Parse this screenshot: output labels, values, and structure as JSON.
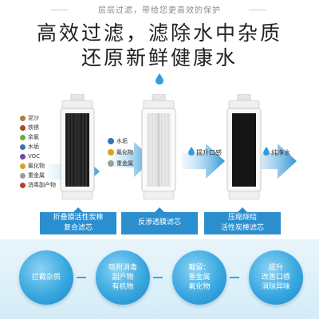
{
  "tagline": "层层过滤，带给您更高效的保护",
  "headline_1": "高效过滤，滤除水中杂质",
  "headline_2": "还原新鲜健康水",
  "contaminants": [
    {
      "label": "泥沙",
      "color": "#b07a3c"
    },
    {
      "label": "铁锈",
      "color": "#a24c1c"
    },
    {
      "label": "余氯",
      "color": "#6aaa3a"
    },
    {
      "label": "水垢",
      "color": "#3b6fb6"
    },
    {
      "label": "VOC",
      "color": "#6b4aa0"
    },
    {
      "label": "氟化物",
      "color": "#d8a21c"
    },
    {
      "label": "重金属",
      "color": "#9c9c9c"
    },
    {
      "label": "消毒副产物",
      "color": "#c23b2a"
    }
  ],
  "stage2_items": [
    {
      "label": "水垢",
      "color": "#3b6fb6"
    },
    {
      "label": "氟化物",
      "color": "#d8a21c"
    },
    {
      "label": "重金属",
      "color": "#9c9c9c"
    }
  ],
  "stage3_label": "提升口感",
  "output_label": "纯净水",
  "captions": [
    {
      "line1": "折叠膜活性炭棒",
      "line2": "复合滤芯"
    },
    {
      "line1": "反渗透膜滤芯",
      "line2": ""
    },
    {
      "line1": "压缩烧结",
      "line2": "活性炭棒滤芯"
    }
  ],
  "circles": [
    {
      "line1": "拦截杂质",
      "line2": "",
      "line3": ""
    },
    {
      "line1": "吸附消毒",
      "line2": "副产物",
      "line3": "有机物"
    },
    {
      "line1": "截留：",
      "line2": "重金属",
      "line3": "氟化物"
    },
    {
      "line1": "提升",
      "line2": "改善口感",
      "line3": "消除异味"
    }
  ],
  "colors": {
    "accent_blue": "#2b8fcf",
    "arrow_blue": "#3a9fe0",
    "circle_blue": "#38a8e0",
    "carbon_black": "#1c1c1c"
  }
}
